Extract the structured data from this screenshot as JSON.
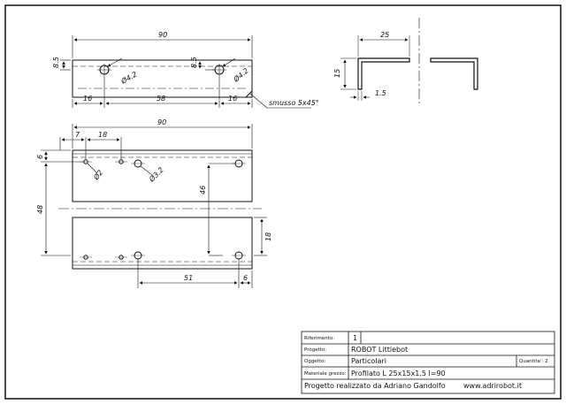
{
  "dims": {
    "top_length": "90",
    "top_height": "8.5",
    "top_hole1": "Ø4.2",
    "top_hole2": "Ø4.2",
    "top_h2": "8.5",
    "top_left_off": "16",
    "top_mid": "58",
    "top_right_off": "16",
    "chamfer": "smusso 5x45°",
    "prof_w": "25",
    "prof_h": "15",
    "prof_t": "1.5",
    "bot_length": "90",
    "bot_7": "7",
    "bot_18": "18",
    "bot_6": "6",
    "bot_hole_s": "Ø2",
    "bot_hole_l": "Ø3.2",
    "bot_46": "46",
    "bot_48": "48",
    "bot_18r": "18",
    "bot_51": "51",
    "bot_6r": "6"
  },
  "title_block": {
    "riferimento_label": "Riferimento:",
    "riferimento_value": "1",
    "progetto_label": "Progetto:",
    "progetto_value": "ROBOT Littlebot",
    "oggetto_label": "Oggetto:",
    "oggetto_value": "Particolari",
    "quantita": "Quantita': 2",
    "materiale_label": "Materiale grezzo:",
    "materiale_value": "Profilato L 25x15x1.5 l=90",
    "footer_left": "Progetto realizzato da Adriano Gandolfo",
    "footer_right": "www.adrirobot.it"
  }
}
